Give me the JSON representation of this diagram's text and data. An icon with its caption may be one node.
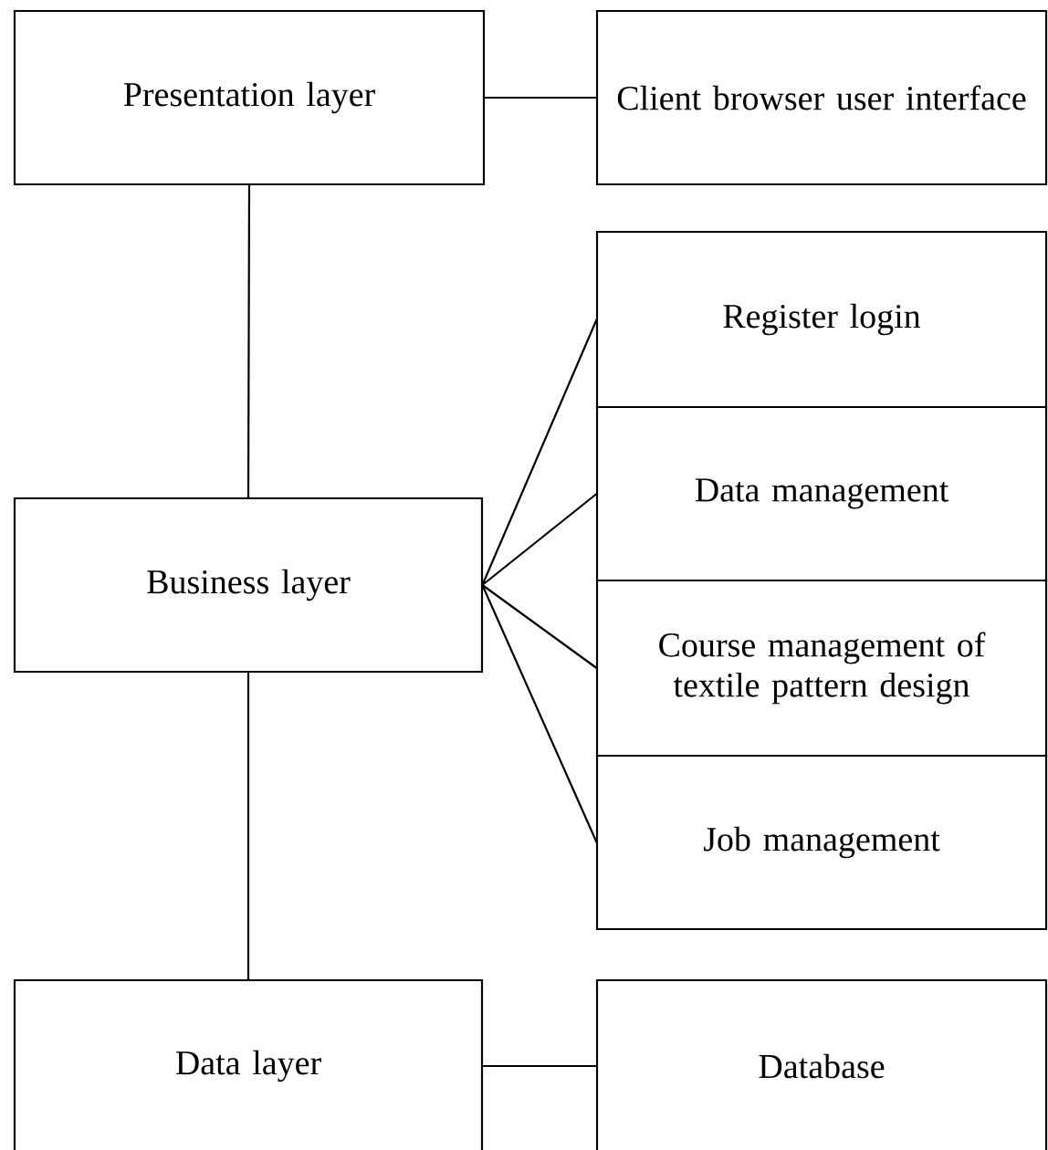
{
  "diagram": {
    "nodes": [
      {
        "text": [
          "Presentation layer"
        ]
      },
      {
        "text": [
          "Client browser user interface"
        ]
      },
      {
        "text": [
          "Business layer"
        ]
      },
      {
        "text": [
          "Register login"
        ]
      },
      {
        "text": [
          "Data management"
        ]
      },
      {
        "text": [
          "Course management of textile pattern design"
        ]
      },
      {
        "text": [
          "Job management"
        ]
      },
      {
        "text": [
          "Data layer"
        ]
      },
      {
        "text": [
          "Database"
        ]
      }
    ],
    "edges": [
      {
        "from": 0,
        "to": 1,
        "arrow": "none"
      },
      {
        "from": 0,
        "to": 2,
        "arrow": "none"
      },
      {
        "from": 2,
        "to": 3,
        "arrow": "none"
      },
      {
        "from": 2,
        "to": 4,
        "arrow": "none"
      },
      {
        "from": 2,
        "to": 5,
        "arrow": "none"
      },
      {
        "from": 2,
        "to": 6,
        "arrow": "none"
      },
      {
        "from": 2,
        "to": 7,
        "arrow": "none"
      },
      {
        "from": 7,
        "to": 8,
        "arrow": "none"
      }
    ]
  }
}
